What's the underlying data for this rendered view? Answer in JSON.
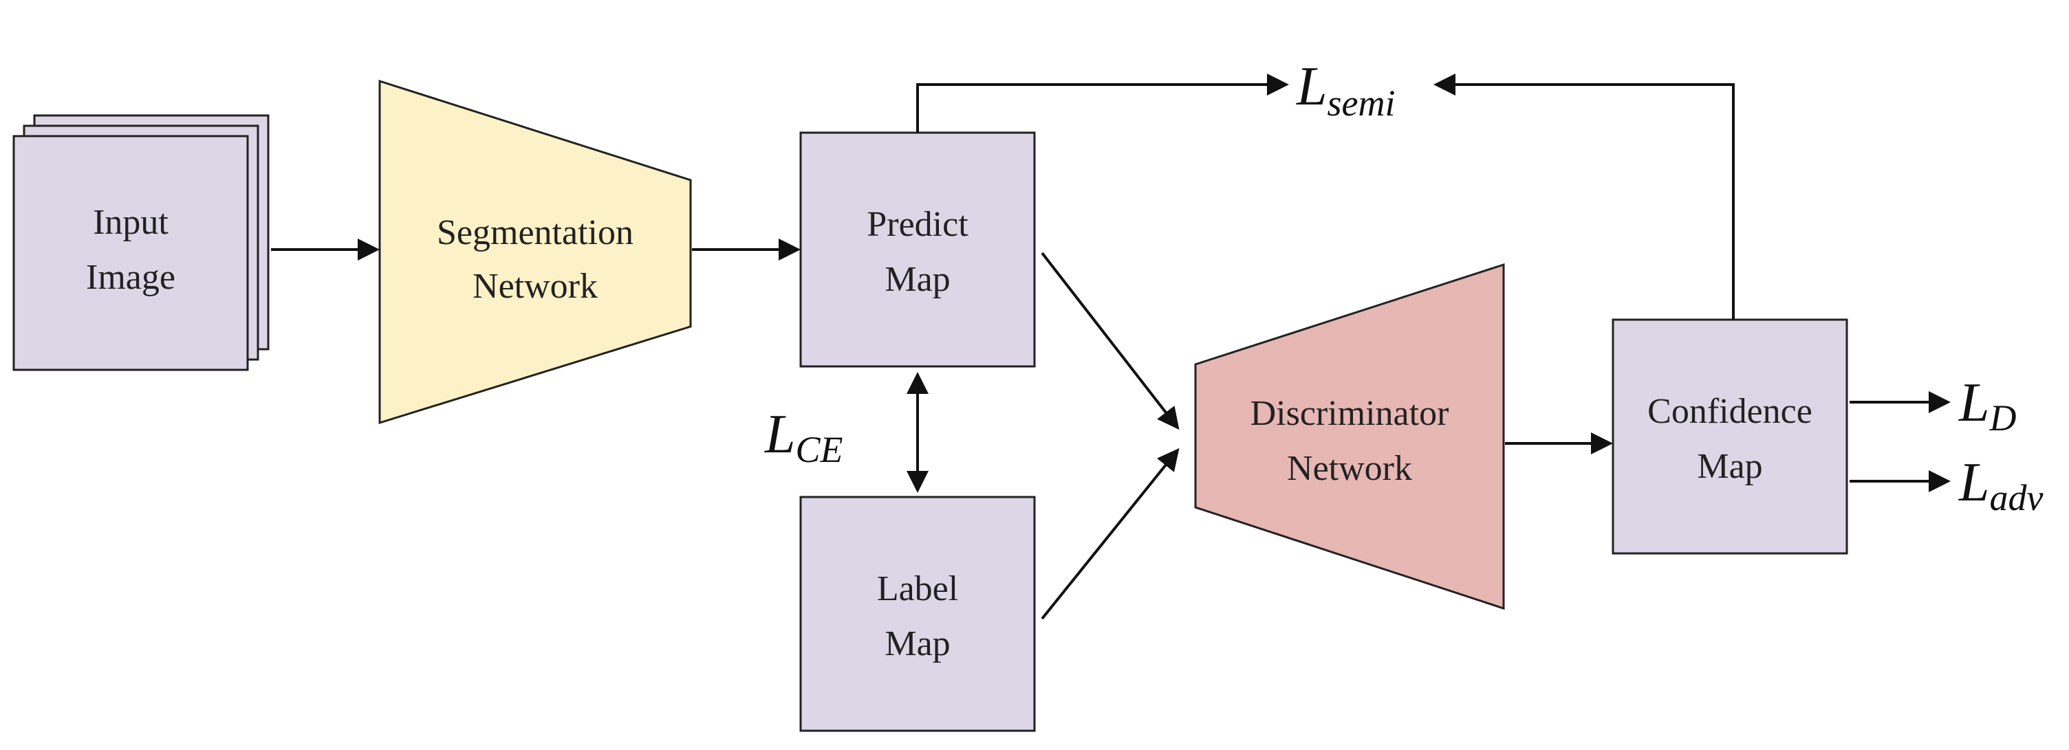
{
  "nodes": {
    "input": {
      "line1": "Input",
      "line2": "Image"
    },
    "seg": {
      "line1": "Segmentation",
      "line2": "Network"
    },
    "predict": {
      "line1": "Predict",
      "line2": "Map"
    },
    "label": {
      "line1": "Label",
      "line2": "Map"
    },
    "disc": {
      "line1": "Discriminator",
      "line2": "Network"
    },
    "conf": {
      "line1": "Confidence",
      "line2": "Map"
    }
  },
  "losses": {
    "semi": {
      "main": "L",
      "sub": "semi"
    },
    "ce": {
      "main": "L",
      "sub": "CE"
    },
    "d": {
      "main": "L",
      "sub": "D"
    },
    "adv": {
      "main": "L",
      "sub": "adv"
    }
  },
  "colors": {
    "map_box": "#dcd6e6",
    "segmentation_network": "#fdf1c7",
    "discriminator_network": "#e6b7b3",
    "stroke": "#222222"
  }
}
